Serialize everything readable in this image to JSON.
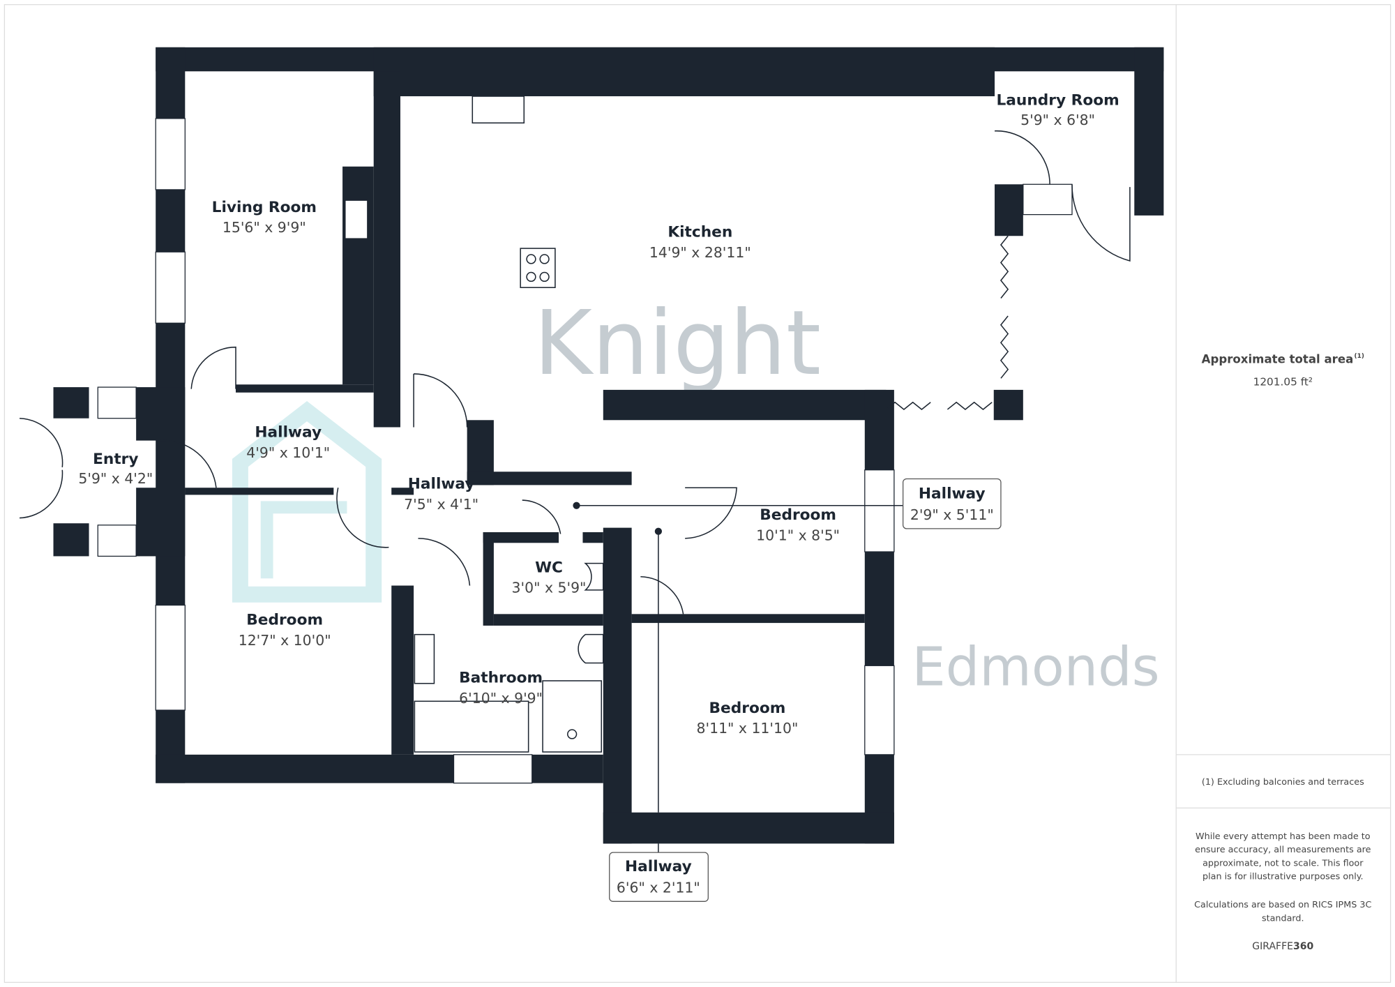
{
  "watermark": {
    "line1": "Knight",
    "line2": "Edmonds"
  },
  "rooms": [
    {
      "name": "Living Room",
      "dims": "15'6\" x 9'9\""
    },
    {
      "name": "Kitchen",
      "dims": "14'9\" x 28'11\""
    },
    {
      "name": "Laundry Room",
      "dims": "5'9\" x 6'8\""
    },
    {
      "name": "Entry",
      "dims": "5'9\" x 4'2\""
    },
    {
      "name": "Hallway",
      "dims": "4'9\" x 10'1\""
    },
    {
      "name": "Hallway",
      "dims": "7'5\" x 4'1\""
    },
    {
      "name": "WC",
      "dims": "3'0\" x 5'9\""
    },
    {
      "name": "Bedroom",
      "dims": "10'1\" x 8'5\""
    },
    {
      "name": "Bedroom",
      "dims": "12'7\" x 10'0\""
    },
    {
      "name": "Bathroom",
      "dims": "6'10\" x 9'9\""
    },
    {
      "name": "Bedroom",
      "dims": "8'11\" x 11'10\""
    },
    {
      "name": "Hallway",
      "dims": "2'9\" x 5'11\""
    },
    {
      "name": "Hallway",
      "dims": "6'6\" x 2'11\""
    }
  ],
  "sidebar": {
    "area_title": "Approximate total area",
    "area_sup": "(1)",
    "area_value": "1201.05 ft²",
    "footnote": "(1) Excluding balconies and terraces",
    "disclaimer_lines": [
      "While every attempt has been made to",
      "ensure accuracy, all measurements are",
      "approximate, not to scale. This floor",
      "plan is for illustrative purposes only."
    ],
    "calc_lines": [
      "Calculations are based on RICS IPMS 3C",
      "standard."
    ],
    "brand_a": "GIRAFFE",
    "brand_b": "360"
  },
  "colors": {
    "wall": "#1c2530",
    "watermark": "#c5ccd1",
    "logo": "#d6eef0"
  }
}
